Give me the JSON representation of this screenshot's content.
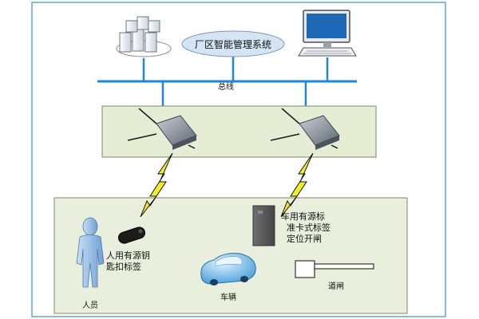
{
  "system": {
    "title": "厂区智能管理系统"
  },
  "bus": {
    "label": "总线"
  },
  "tags": {
    "person_tag_line1": "人用有源钥",
    "person_tag_line2": "匙扣标签",
    "vehicle_tag_line1": "车用有源标",
    "vehicle_tag_line2": "准卡式标签",
    "vehicle_tag_line3": "定位开闸"
  },
  "labels": {
    "person": "人员",
    "vehicle": "车辆",
    "gate": "道闸"
  },
  "colors": {
    "outer_border": "#5ba8c9",
    "bus_line": "#1e88d6",
    "reader_panel_fill": "#e6edd5",
    "field_panel_fill": "#e9efdc",
    "panel_border": "#7a8b60",
    "wireless_bolt": "#f2ef2a",
    "system_ellipse": "#d4e4f4"
  }
}
